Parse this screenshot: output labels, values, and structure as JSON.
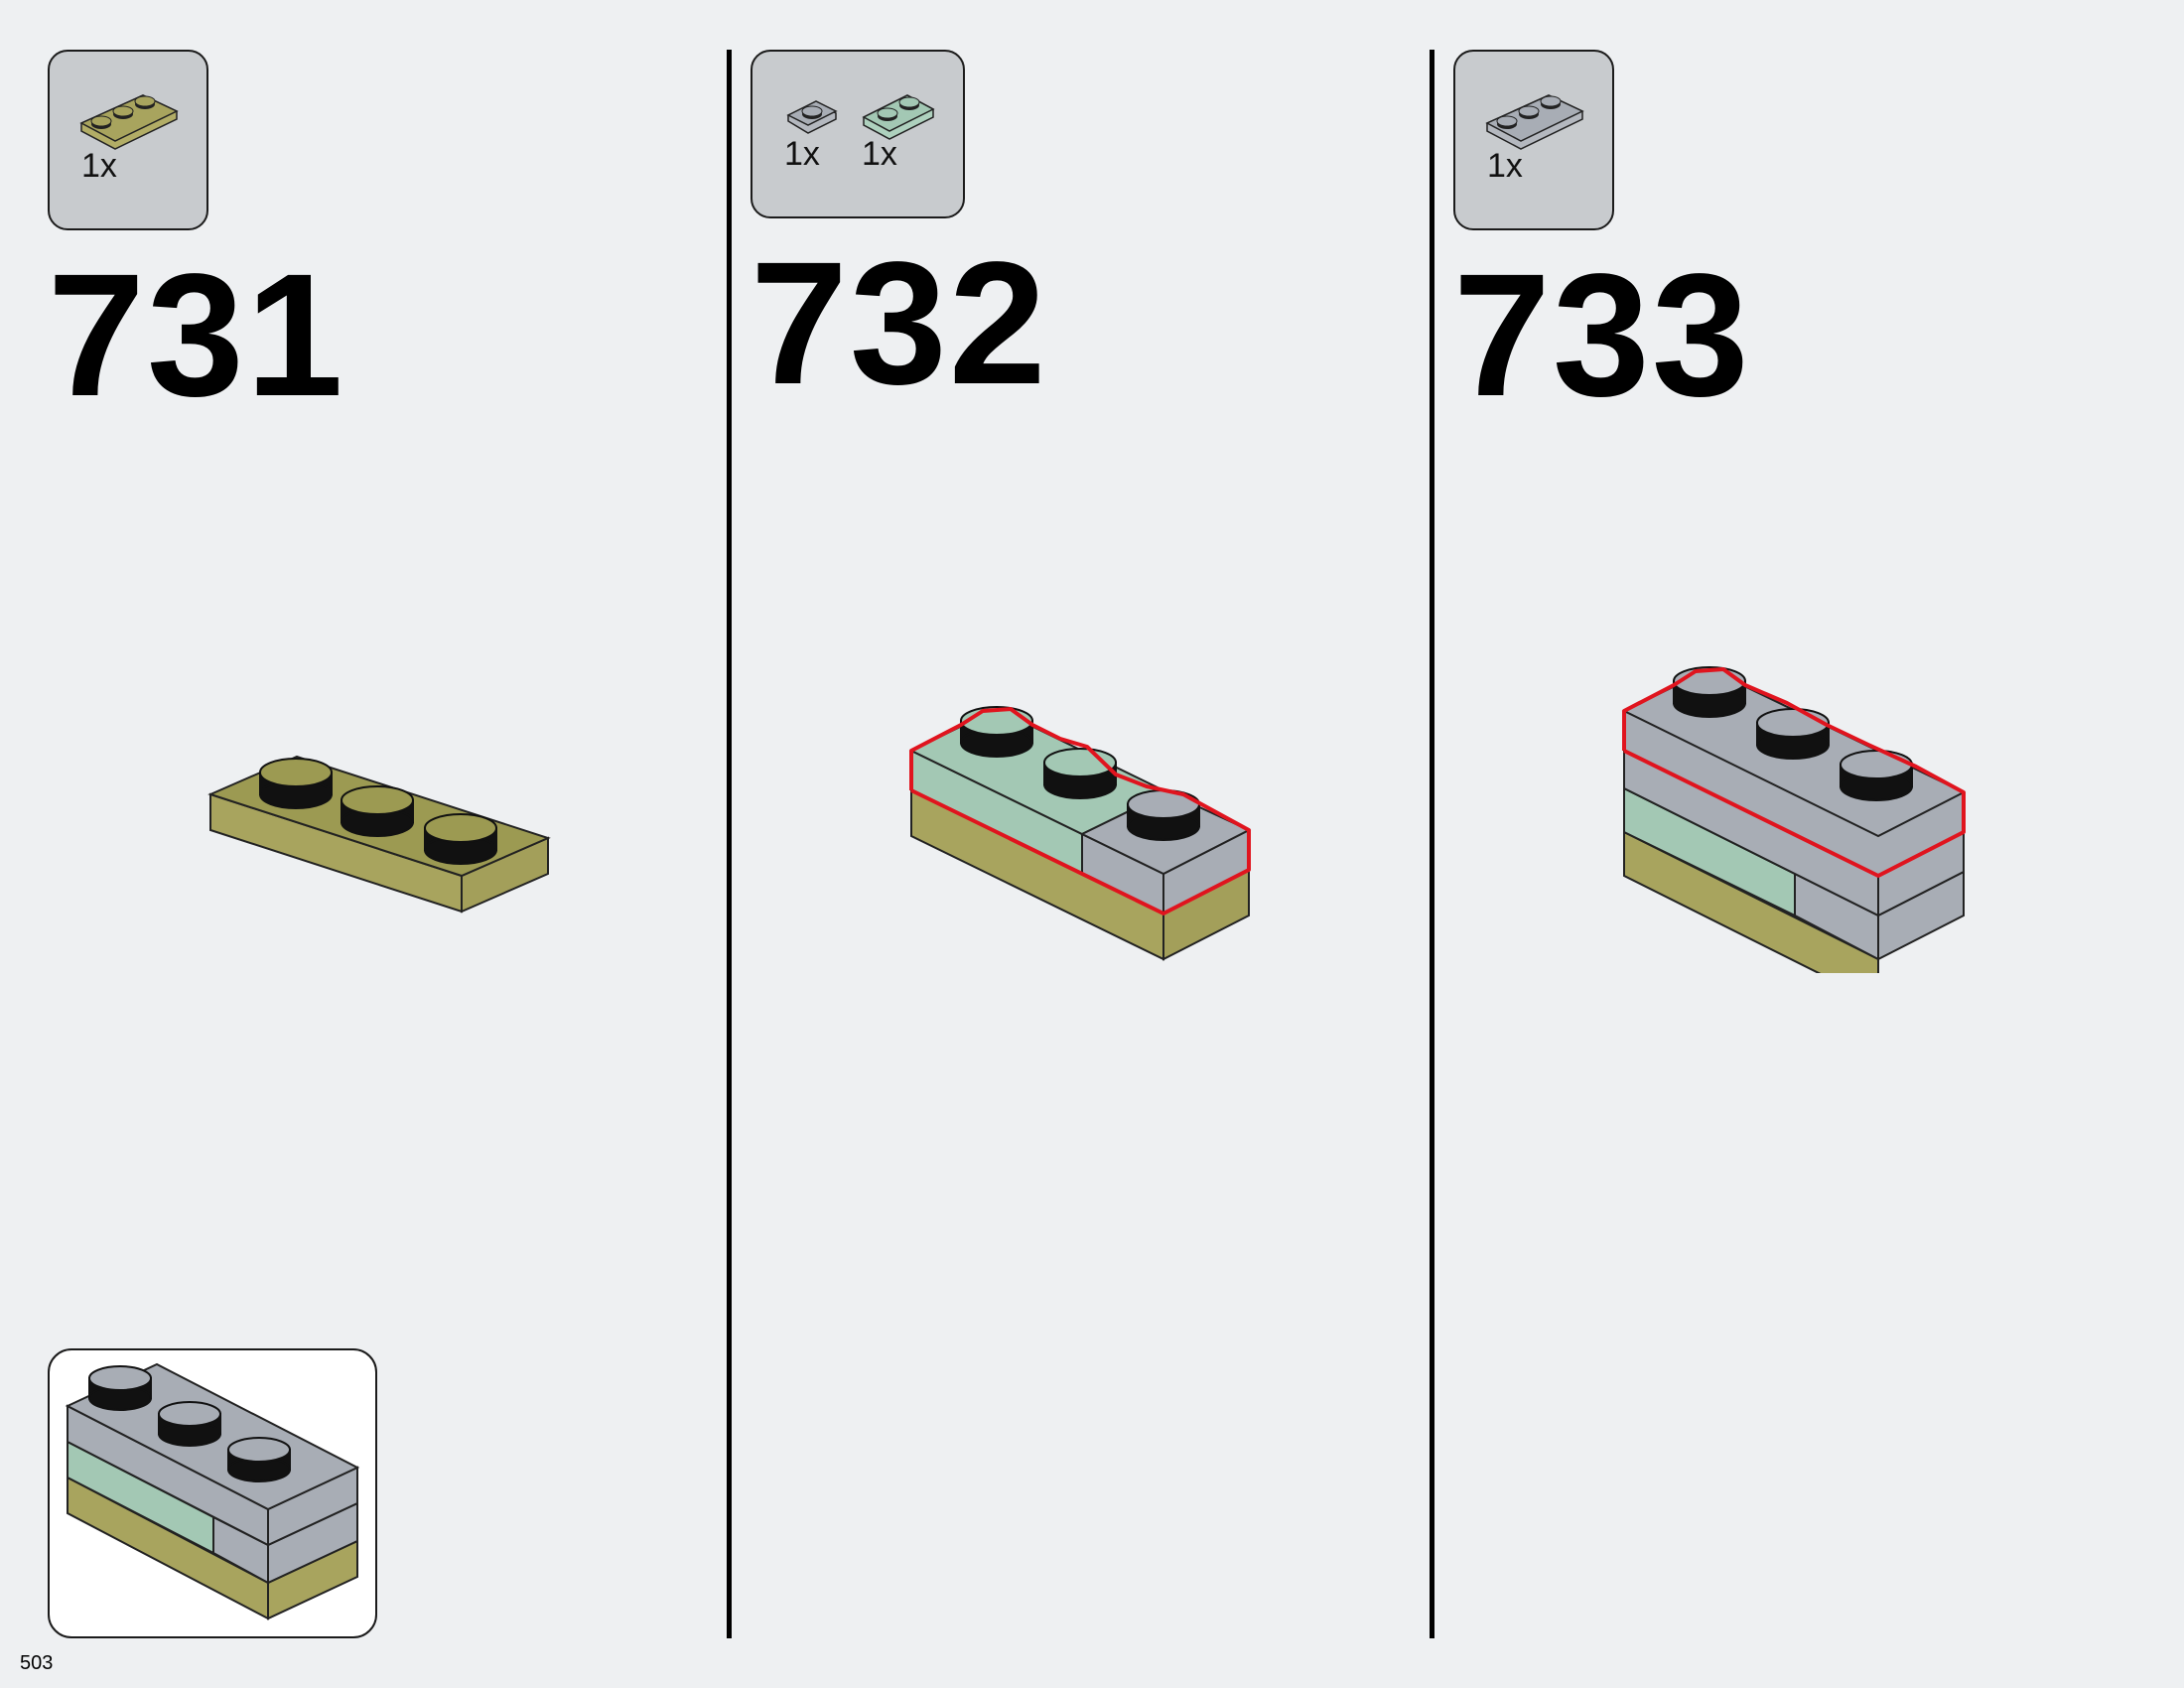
{
  "page_number": "503",
  "steps": [
    {
      "number": "731",
      "parts": [
        {
          "qty": "1x",
          "icon": "tan-plate-1x3-icon",
          "color": "#a8a45e"
        }
      ]
    },
    {
      "number": "732",
      "parts": [
        {
          "qty": "1x",
          "icon": "gray-plate-1x1-icon",
          "color": "#a8adb5"
        },
        {
          "qty": "1x",
          "icon": "sand-green-plate-1x2-icon",
          "color": "#a3c8b4"
        }
      ]
    },
    {
      "number": "733",
      "parts": [
        {
          "qty": "1x",
          "icon": "gray-plate-1x3-icon",
          "color": "#a8adb5"
        }
      ]
    }
  ],
  "colors": {
    "tan": "#a8a45e",
    "sand_green": "#a3c8b4",
    "light_gray": "#a8adb5",
    "highlight": "#e0141e"
  }
}
